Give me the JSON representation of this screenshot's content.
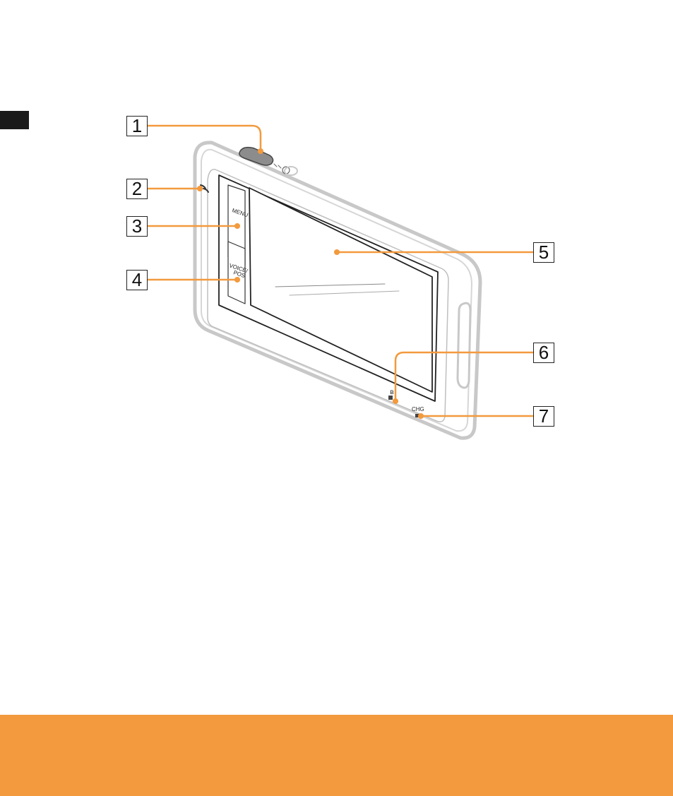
{
  "device": {
    "labels": {
      "menu": "MENU",
      "voice_pos_line1": "VOICE/",
      "voice_pos_line2": "POS",
      "charge": "CHG"
    }
  },
  "callouts": [
    {
      "number": "1"
    },
    {
      "number": "2"
    },
    {
      "number": "3"
    },
    {
      "number": "4"
    },
    {
      "number": "5"
    },
    {
      "number": "6"
    },
    {
      "number": "7"
    }
  ],
  "colors": {
    "leader_line": "#f39a3e",
    "footer_band": "#f39a3e",
    "side_tab": "#1a1a1a",
    "device_outline": "#c8c8c8"
  }
}
